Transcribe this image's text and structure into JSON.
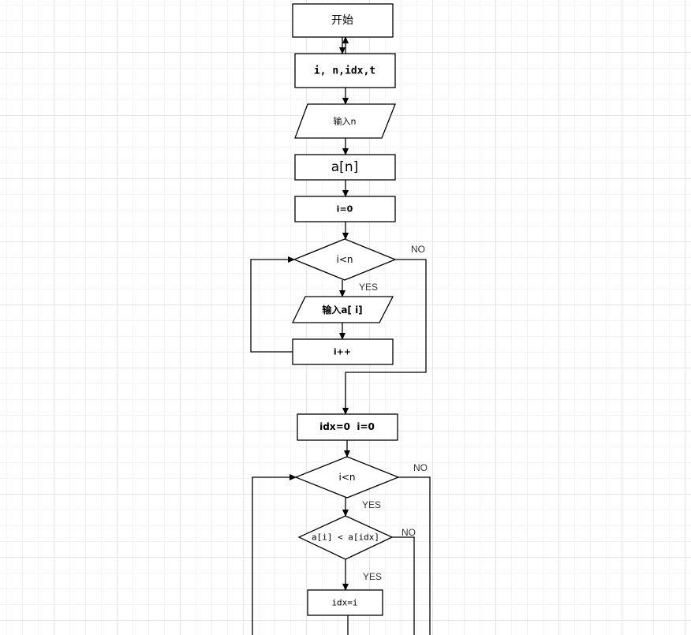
{
  "nodes": {
    "start": "开始",
    "declare": "i, n,idx,t",
    "input_n": "输入n",
    "array": "a[n]",
    "init_i": "i=0",
    "cond1": "i<n",
    "input_ai": "输入a[ i]",
    "incr": "i++",
    "init2": "idx=0  i=0",
    "cond2": "i<n",
    "cond3": "a[i] < a[idx]",
    "assign_idx": "idx=i"
  },
  "branches": {
    "yes1": "YES",
    "no1": "NO",
    "yes2": "YES",
    "no2": "NO",
    "yes3": "YES",
    "no3": "NO"
  }
}
